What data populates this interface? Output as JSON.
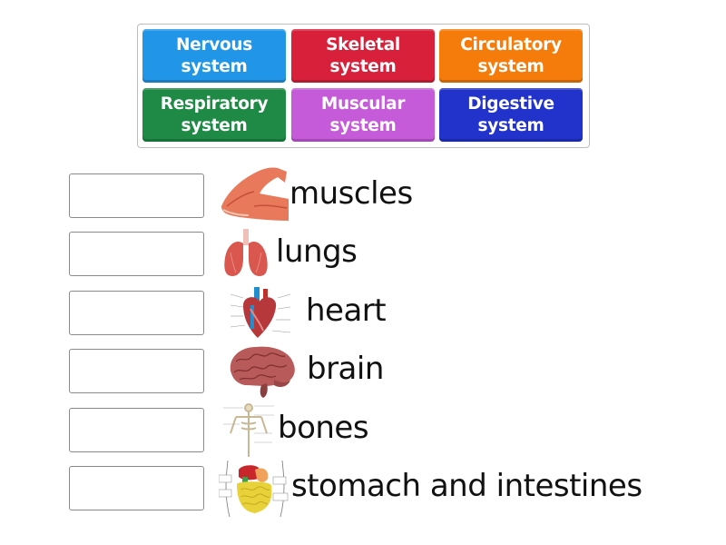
{
  "tiles": [
    {
      "line1": "Nervous",
      "line2": "system",
      "color": "#2196e8"
    },
    {
      "line1": "Skeletal",
      "line2": "system",
      "color": "#d9203a"
    },
    {
      "line1": "Circulatory",
      "line2": "system",
      "color": "#f57c0a"
    },
    {
      "line1": "Respiratory",
      "line2": "system",
      "color": "#1e8a45"
    },
    {
      "line1": "Muscular",
      "line2": "system",
      "color": "#c55bd8"
    },
    {
      "line1": "Digestive",
      "line2": "system",
      "color": "#2233cc"
    }
  ],
  "rows": [
    {
      "label": "muscles",
      "image": "arm-muscles-icon"
    },
    {
      "label": "lungs",
      "image": "lungs-icon"
    },
    {
      "label": "heart",
      "image": "heart-icon"
    },
    {
      "label": "brain",
      "image": "brain-icon"
    },
    {
      "label": "bones",
      "image": "skeleton-icon"
    },
    {
      "label": "stomach and intestines",
      "image": "digestive-tract-icon"
    }
  ]
}
